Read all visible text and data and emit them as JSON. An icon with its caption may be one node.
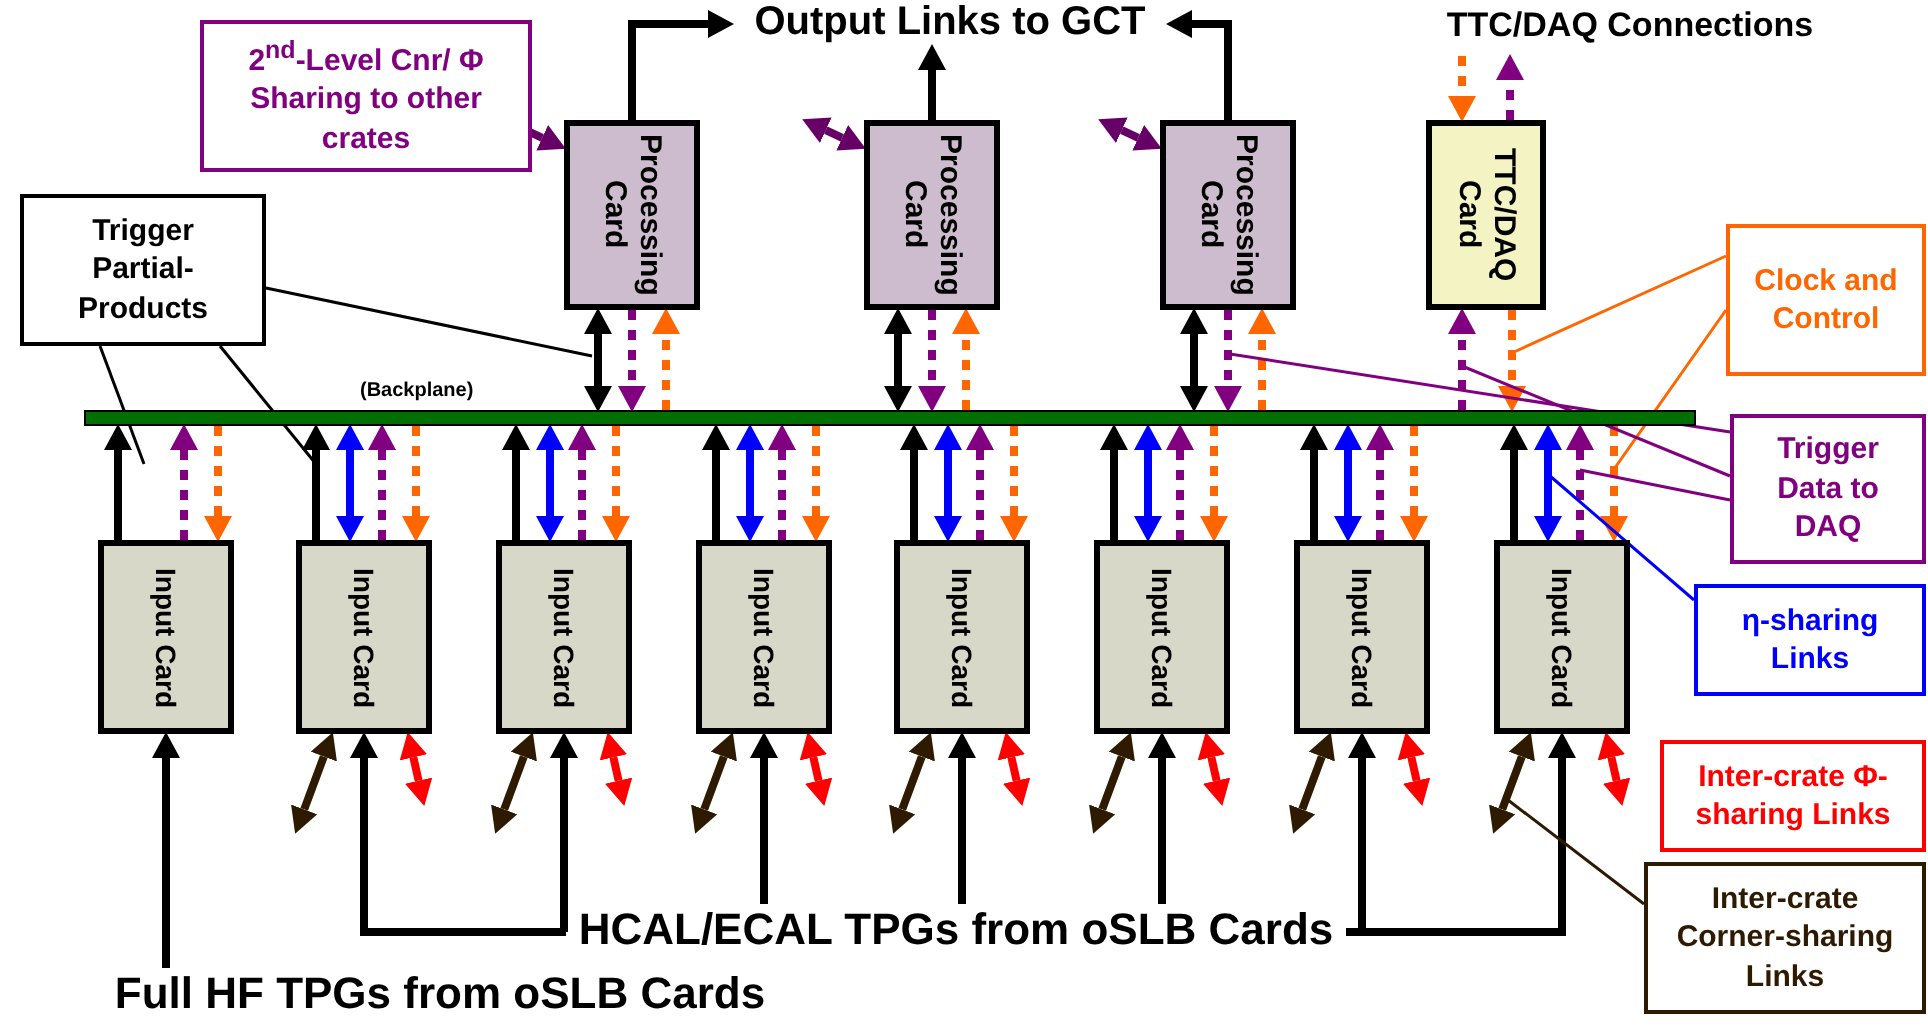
{
  "diagram": {
    "nodes": [
      {
        "text": [
          "2$^{nd}$-Level Cnr/ Φ Sharing to other crates"
        ]
      },
      {
        "text": [
          "Processing Card"
        ]
      },
      {
        "text": [
          "Processing Card"
        ]
      },
      {
        "text": [
          "Processing Card"
        ]
      },
      {
        "text": [
          "TTC/DAQ Card"
        ]
      },
      {
        "text": [
          "(Backplane)"
        ]
      },
      {
        "text": [
          "Input Card"
        ]
      },
      {
        "text": [
          "Input Card"
        ]
      },
      {
        "text": [
          "Input Card"
        ]
      },
      {
        "text": [
          "Input Card"
        ]
      },
      {
        "text": [
          "Input Card"
        ]
      },
      {
        "text": [
          "Input Card"
        ]
      },
      {
        "text": [
          "Input Card"
        ]
      },
      {
        "text": [
          "Input Card"
        ]
      },
      {
        "text": [
          "Trigger Partial-Products"
        ]
      },
      {
        "text": [
          "Clock and Control"
        ]
      },
      {
        "text": [
          "Trigger Data to DAQ"
        ]
      },
      {
        "text": [
          "η-sharing Links"
        ]
      },
      {
        "text": [
          "Inter-crate Φ-sharing Links"
        ]
      },
      {
        "text": [
          "Inter-crate Corner-sharing Links"
        ]
      },
      {
        "text": [
          "HCAL/ECAL TPGs from oSLB Cards"
        ]
      },
      {
        "text": [
          "Full HF TPGs from oSLB Cards"
        ]
      },
      {
        "text": [
          "Output Links to GCT"
        ]
      },
      {
        "text": [
          "TTC/DAQ Connections"
        ]
      }
    ],
    "edges": [
      {
        "from": 1,
        "to": null,
        "arrow": "both",
        "color": "#660066"
      },
      {
        "from": 1,
        "to": 22,
        "arrow": "to"
      },
      {
        "from": 5,
        "to": 1,
        "arrow": "both"
      },
      {
        "from": 1,
        "to": 5,
        "arrow": "to",
        "style": "dashed",
        "color": "#800080"
      },
      {
        "from": 5,
        "to": 1,
        "arrow": "to",
        "style": "dashed",
        "color": "#ff6600"
      },
      {
        "from": 2,
        "to": null,
        "arrow": "both",
        "color": "#660066"
      },
      {
        "from": 2,
        "to": 22,
        "arrow": "to"
      },
      {
        "from": 5,
        "to": 2,
        "arrow": "both"
      },
      {
        "from": 2,
        "to": 5,
        "arrow": "to",
        "style": "dashed",
        "color": "#800080"
      },
      {
        "from": 5,
        "to": 2,
        "arrow": "to",
        "style": "dashed",
        "color": "#ff6600"
      },
      {
        "from": 3,
        "to": null,
        "arrow": "both",
        "color": "#660066"
      },
      {
        "from": 3,
        "to": 22,
        "arrow": "to"
      },
      {
        "from": 5,
        "to": 3,
        "arrow": "both"
      },
      {
        "from": 3,
        "to": 5,
        "arrow": "to",
        "style": "dashed",
        "color": "#800080"
      },
      {
        "from": 5,
        "to": 3,
        "arrow": "to",
        "style": "dashed",
        "color": "#ff6600"
      },
      {
        "from": 23,
        "to": 4,
        "arrow": "to",
        "style": "dashed",
        "color": "#ff6600"
      },
      {
        "from": 4,
        "to": 23,
        "arrow": "to",
        "style": "dashed",
        "color": "#800080"
      },
      {
        "from": 5,
        "to": 4,
        "arrow": "to",
        "style": "dashed",
        "color": "#800080"
      },
      {
        "from": 4,
        "to": 5,
        "arrow": "to",
        "style": "dashed",
        "color": "#ff6600"
      },
      {
        "from": 6,
        "to": 5,
        "arrow": "to"
      },
      {
        "from": 6,
        "to": 5,
        "arrow": "to",
        "style": "dashed",
        "color": "#800080"
      },
      {
        "from": 5,
        "to": 6,
        "arrow": "to",
        "style": "dashed",
        "color": "#ff6600"
      },
      {
        "from": 7,
        "to": 5,
        "arrow": "to"
      },
      {
        "from": 5,
        "to": 7,
        "arrow": "both",
        "color": "#0000ff"
      },
      {
        "from": 7,
        "to": 5,
        "arrow": "to",
        "style": "dashed",
        "color": "#800080"
      },
      {
        "from": 5,
        "to": 7,
        "arrow": "to",
        "style": "dashed",
        "color": "#ff6600"
      },
      {
        "from": 8,
        "to": 5,
        "arrow": "to"
      },
      {
        "from": 5,
        "to": 8,
        "arrow": "both",
        "color": "#0000ff"
      },
      {
        "from": 8,
        "to": 5,
        "arrow": "to",
        "style": "dashed",
        "color": "#800080"
      },
      {
        "from": 5,
        "to": 8,
        "arrow": "to",
        "style": "dashed",
        "color": "#ff6600"
      },
      {
        "from": 9,
        "to": 5,
        "arrow": "to"
      },
      {
        "from": 5,
        "to": 9,
        "arrow": "both",
        "color": "#0000ff"
      },
      {
        "from": 9,
        "to": 5,
        "arrow": "to",
        "style": "dashed",
        "color": "#800080"
      },
      {
        "from": 5,
        "to": 9,
        "arrow": "to",
        "style": "dashed",
        "color": "#ff6600"
      },
      {
        "from": 10,
        "to": 5,
        "arrow": "to"
      },
      {
        "from": 5,
        "to": 10,
        "arrow": "both",
        "color": "#0000ff"
      },
      {
        "from": 10,
        "to": 5,
        "arrow": "to",
        "style": "dashed",
        "color": "#800080"
      },
      {
        "from": 5,
        "to": 10,
        "arrow": "to",
        "style": "dashed",
        "color": "#ff6600"
      },
      {
        "from": 11,
        "to": 5,
        "arrow": "to"
      },
      {
        "from": 5,
        "to": 11,
        "arrow": "both",
        "color": "#0000ff"
      },
      {
        "from": 11,
        "to": 5,
        "arrow": "to",
        "style": "dashed",
        "color": "#800080"
      },
      {
        "from": 5,
        "to": 11,
        "arrow": "to",
        "style": "dashed",
        "color": "#ff6600"
      },
      {
        "from": 12,
        "to": 5,
        "arrow": "to"
      },
      {
        "from": 5,
        "to": 12,
        "arrow": "both",
        "color": "#0000ff"
      },
      {
        "from": 12,
        "to": 5,
        "arrow": "to",
        "style": "dashed",
        "color": "#800080"
      },
      {
        "from": 5,
        "to": 12,
        "arrow": "to",
        "style": "dashed",
        "color": "#ff6600"
      },
      {
        "from": 13,
        "to": 5,
        "arrow": "to"
      },
      {
        "from": 5,
        "to": 13,
        "arrow": "both",
        "color": "#0000ff"
      },
      {
        "from": 13,
        "to": 5,
        "arrow": "to",
        "style": "dashed",
        "color": "#800080"
      },
      {
        "from": 5,
        "to": 13,
        "arrow": "to",
        "style": "dashed",
        "color": "#ff6600"
      },
      {
        "from": 21,
        "to": 6,
        "arrow": "to"
      },
      {
        "from": 7,
        "to": null,
        "arrow": "both",
        "color": "#2e1a00"
      },
      {
        "from": 20,
        "to": 7,
        "arrow": "to"
      },
      {
        "from": 7,
        "to": null,
        "arrow": "both",
        "color": "#ff0000"
      },
      {
        "from": 8,
        "to": null,
        "arrow": "both",
        "color": "#2e1a00"
      },
      {
        "from": 20,
        "to": 8,
        "arrow": "to"
      },
      {
        "from": 8,
        "to": null,
        "arrow": "both",
        "color": "#ff0000"
      },
      {
        "from": 9,
        "to": null,
        "arrow": "both",
        "color": "#2e1a00"
      },
      {
        "from": 20,
        "to": 9,
        "arrow": "to"
      },
      {
        "from": 9,
        "to": null,
        "arrow": "both",
        "color": "#ff0000"
      },
      {
        "from": 10,
        "to": null,
        "arrow": "both",
        "color": "#2e1a00"
      },
      {
        "from": 20,
        "to": 10,
        "arrow": "to"
      },
      {
        "from": 10,
        "to": null,
        "arrow": "both",
        "color": "#ff0000"
      },
      {
        "from": 11,
        "to": null,
        "arrow": "both",
        "color": "#2e1a00"
      },
      {
        "from": 20,
        "to": 11,
        "arrow": "to"
      },
      {
        "from": 11,
        "to": null,
        "arrow": "both",
        "color": "#ff0000"
      },
      {
        "from": 12,
        "to": null,
        "arrow": "both",
        "color": "#2e1a00"
      },
      {
        "from": 20,
        "to": 12,
        "arrow": "to"
      },
      {
        "from": 12,
        "to": null,
        "arrow": "both",
        "color": "#ff0000"
      },
      {
        "from": 13,
        "to": null,
        "arrow": "both",
        "color": "#2e1a00"
      },
      {
        "from": 20,
        "to": 13,
        "arrow": "to"
      },
      {
        "from": 13,
        "to": null,
        "arrow": "both",
        "color": "#ff0000"
      },
      {
        "from": 14,
        "to": null,
        "arrow": "none"
      },
      {
        "from": 14,
        "to": null,
        "arrow": "none"
      },
      {
        "from": 14,
        "to": null,
        "arrow": "none"
      },
      {
        "from": 15,
        "to": null,
        "arrow": "none",
        "color": "#ff6600"
      },
      {
        "from": 15,
        "to": null,
        "arrow": "none",
        "color": "#ff6600"
      },
      {
        "from": 16,
        "to": null,
        "arrow": "none",
        "color": "#800080"
      },
      {
        "from": 16,
        "to": null,
        "arrow": "none",
        "color": "#800080"
      },
      {
        "from": 16,
        "to": null,
        "arrow": "none",
        "color": "#800080"
      },
      {
        "from": 17,
        "to": null,
        "arrow": "none",
        "color": "#0000ff"
      },
      {
        "from": 19,
        "to": null,
        "arrow": "none",
        "color": "#2e1a00"
      }
    ]
  }
}
